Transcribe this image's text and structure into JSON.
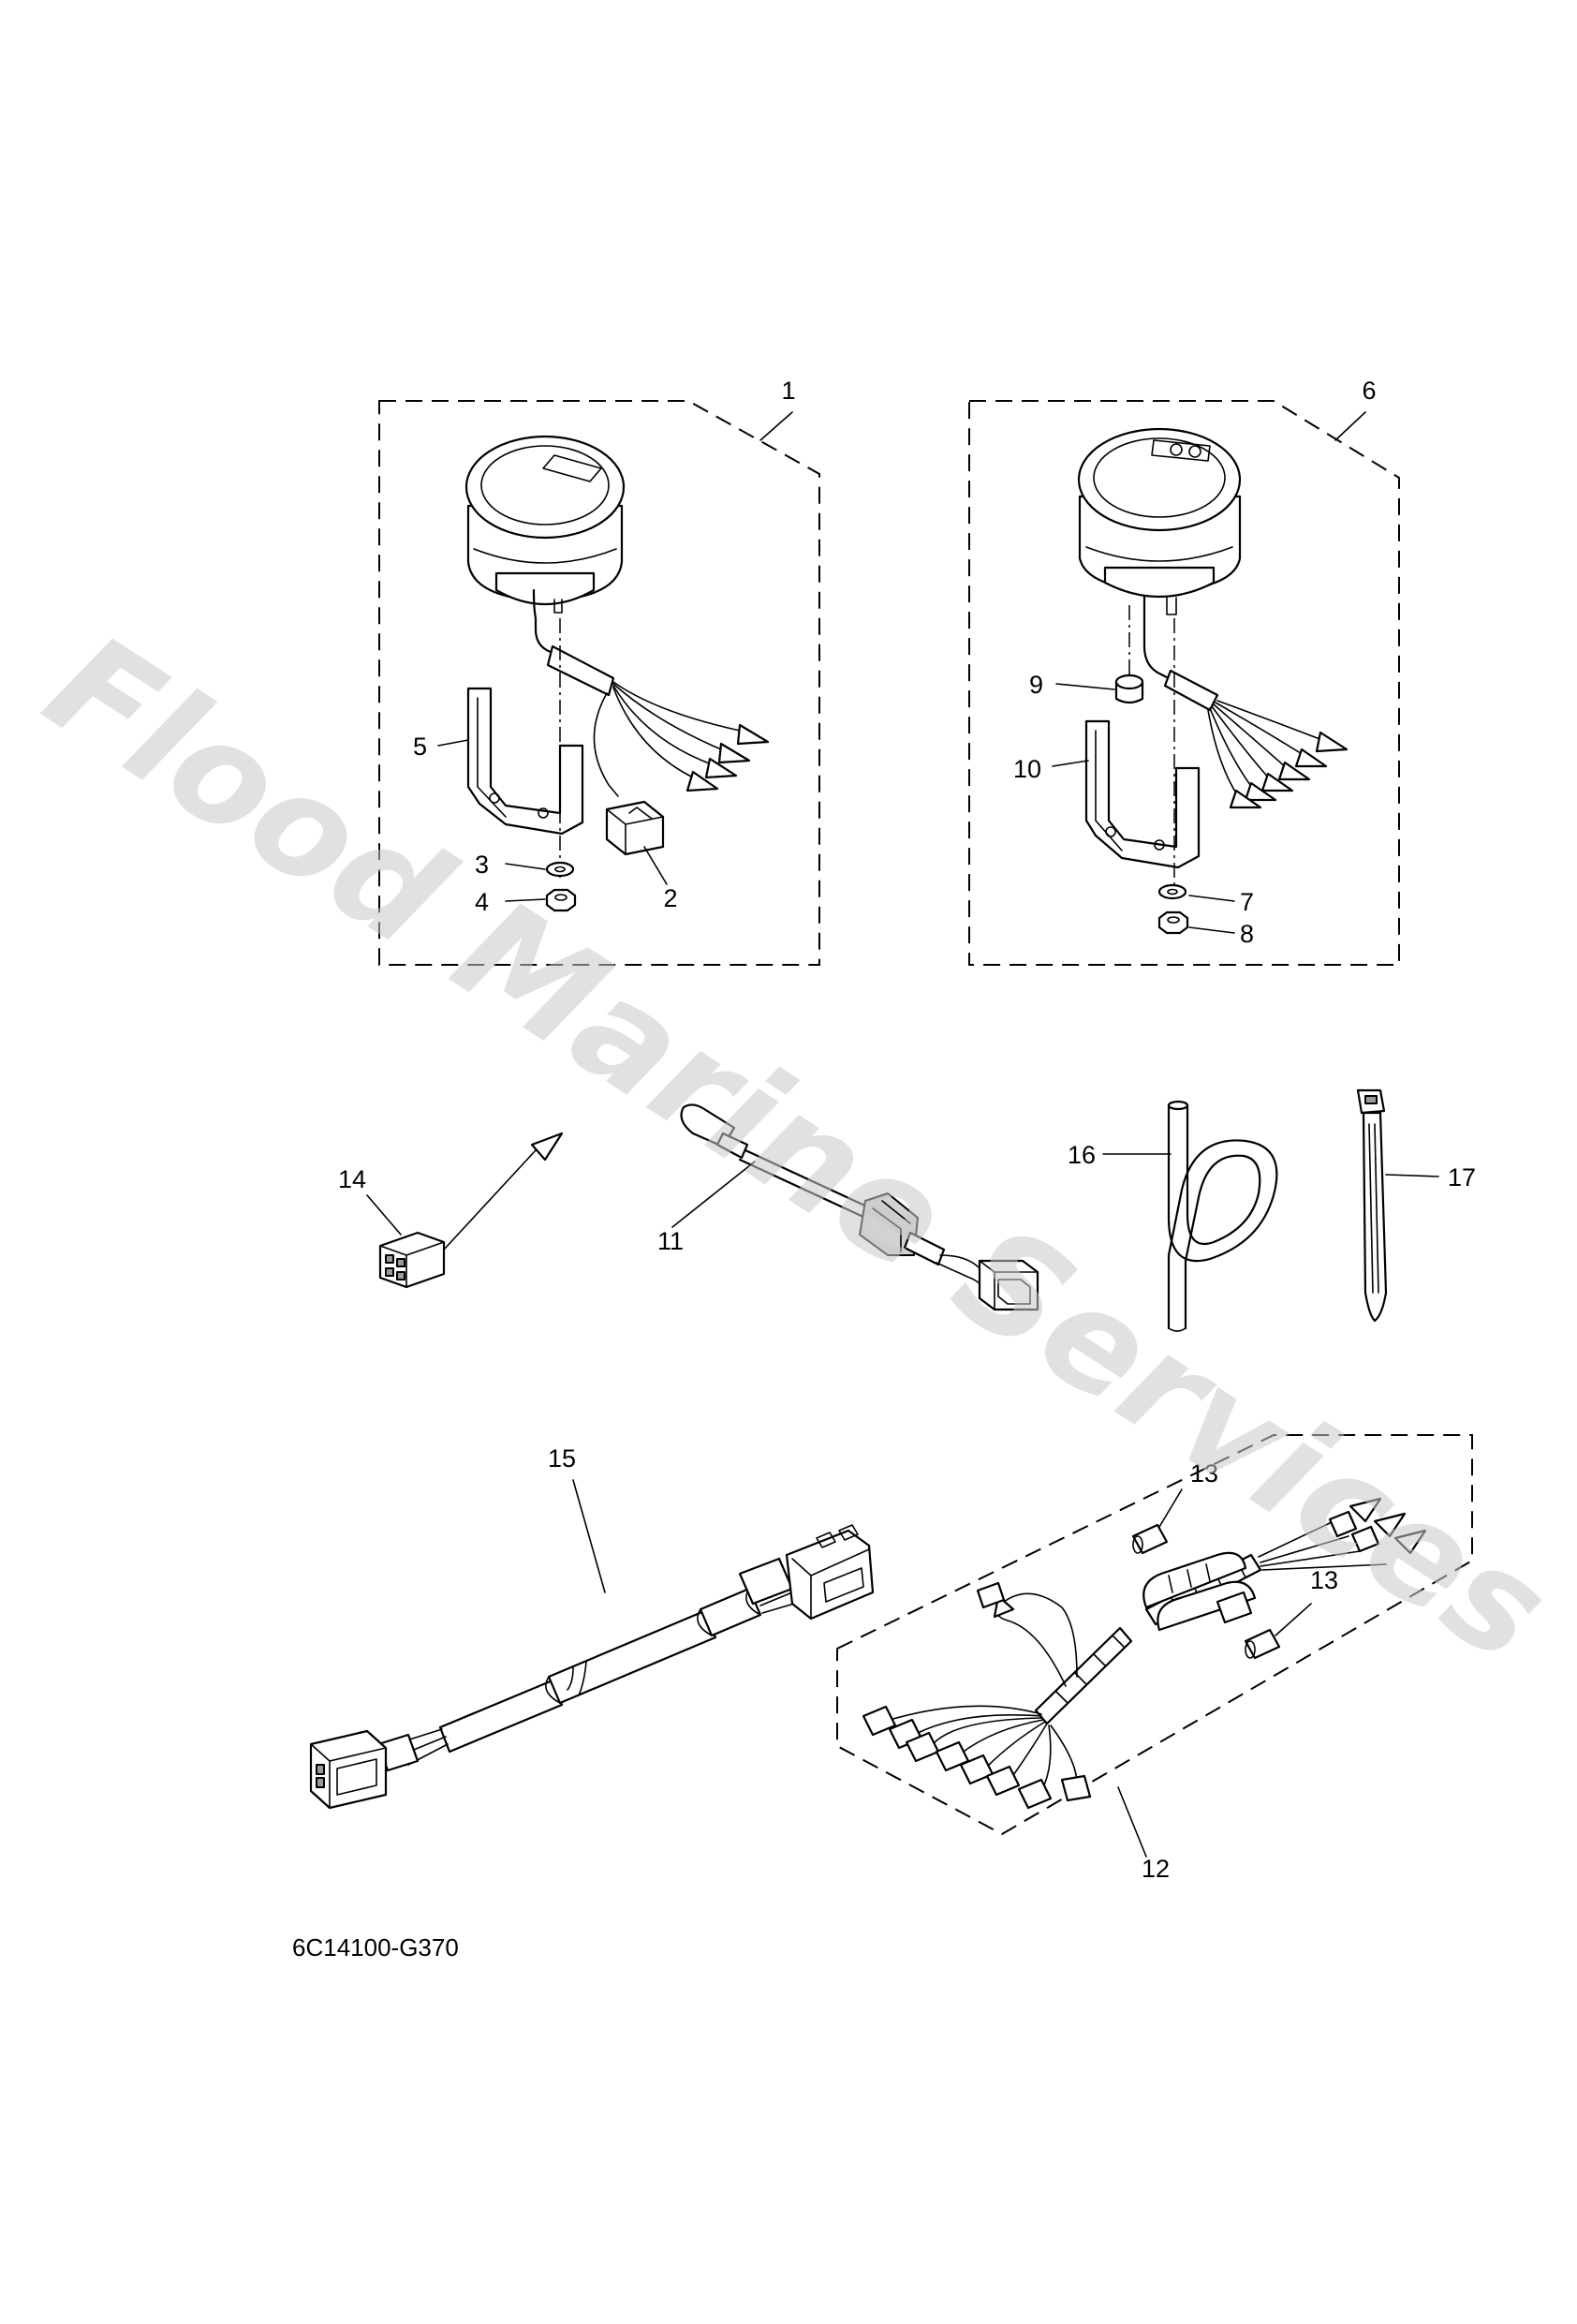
{
  "callouts": {
    "c1": "1",
    "c2": "2",
    "c3": "3",
    "c4": "4",
    "c5": "5",
    "c6": "6",
    "c7": "7",
    "c8": "8",
    "c9": "9",
    "c10": "10",
    "c11": "11",
    "c12": "12",
    "c13a": "13",
    "c13b": "13",
    "c14": "14",
    "c15": "15",
    "c16": "16",
    "c17": "17"
  },
  "reference_code": "6C14100-G370",
  "watermark": "Flood Marine Services",
  "colors": {
    "ink": "#000000",
    "watermark": "#c9c9c9",
    "shade": "#d2d2d2",
    "dark_shade": "#9a9a9a"
  }
}
